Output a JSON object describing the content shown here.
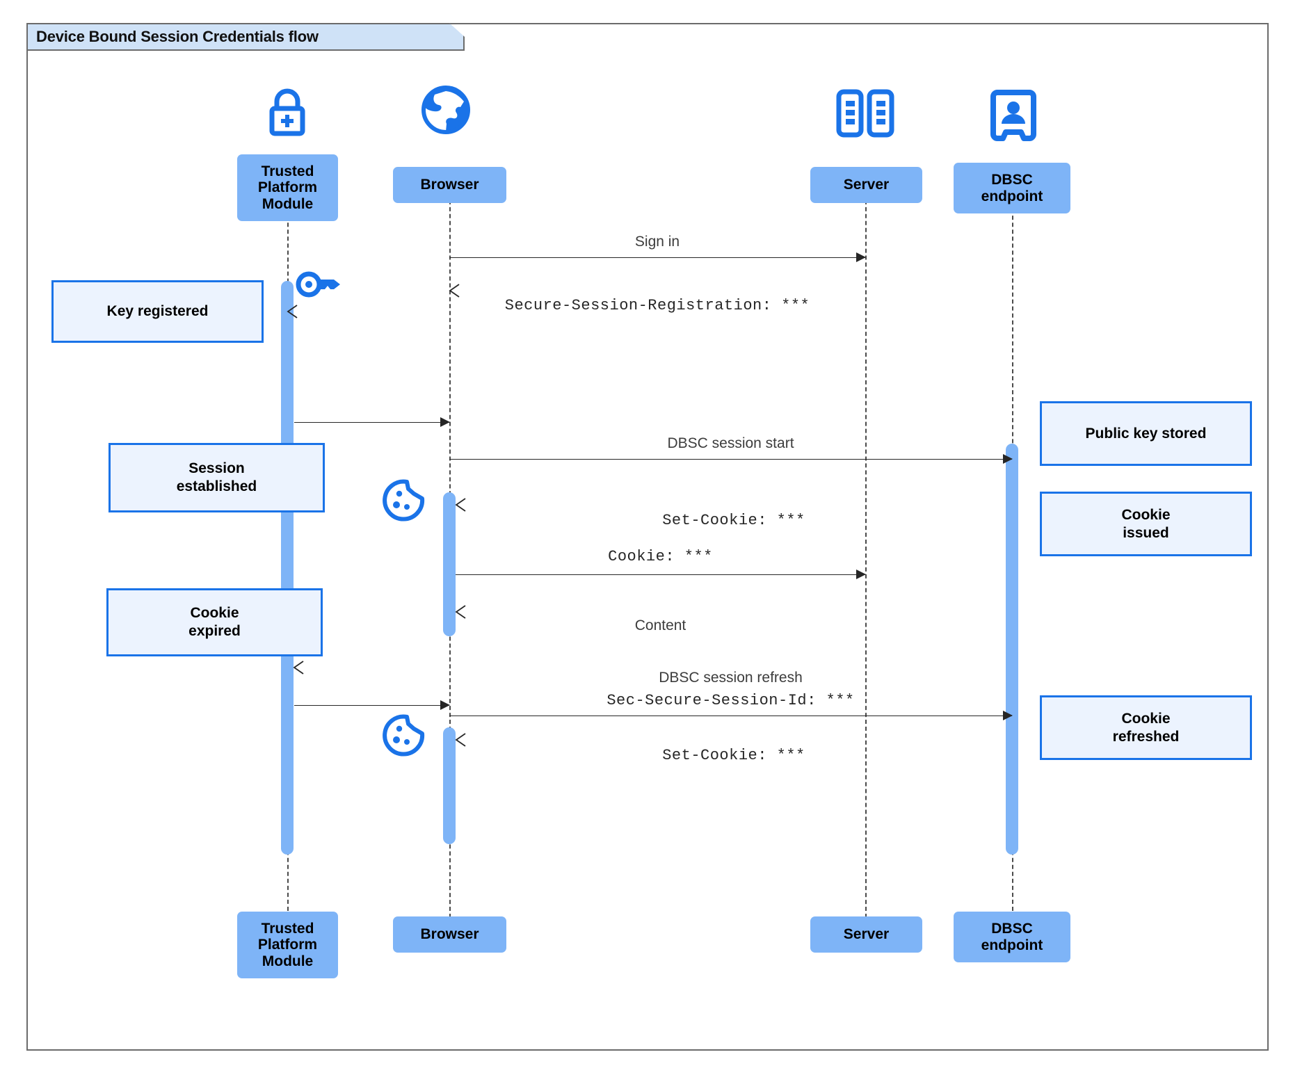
{
  "diagram": {
    "title": "Device Bound Session Credentials flow",
    "type": "sequence-diagram",
    "colors": {
      "participant_fill": "#7eb4f7",
      "note_fill": "#ecf3fe",
      "note_border": "#1a73e8",
      "icon_blue": "#1a73e8",
      "frame_border": "#6b6b6b",
      "frame_tab_fill": "#cfe2f7",
      "line": "#262626",
      "activation_fill": "#7eb4f7"
    }
  },
  "participants": [
    {
      "id": "tpm",
      "label": "Trusted\nPlatform\nModule",
      "icon": "lock-plus-icon"
    },
    {
      "id": "browser",
      "label": "Browser",
      "icon": "globe-icon"
    },
    {
      "id": "server",
      "label": "Server",
      "icon": "server-racks-icon"
    },
    {
      "id": "dbsc",
      "label": "DBSC\nendpoint",
      "icon": "id-badge-icon"
    }
  ],
  "participants_bottom": [
    {
      "id": "tpm",
      "label": "Trusted\nPlatform\nModule"
    },
    {
      "id": "browser",
      "label": "Browser"
    },
    {
      "id": "server",
      "label": "Server"
    },
    {
      "id": "dbsc",
      "label": "DBSC\nendpoint"
    }
  ],
  "messages": [
    {
      "id": "m1",
      "from": "browser",
      "to": "server",
      "label": "Sign in",
      "style": "solid",
      "font": "sans"
    },
    {
      "id": "m2",
      "from": "server",
      "to": "browser",
      "label": "Secure-Session-Registration: ***",
      "style": "dashed",
      "font": "mono"
    },
    {
      "id": "m3",
      "from": "server",
      "to": "tpm",
      "label": "",
      "style": "dashed",
      "font": "mono"
    },
    {
      "id": "m4",
      "from": "tpm",
      "to": "browser",
      "label": "",
      "style": "solid",
      "font": "sans"
    },
    {
      "id": "m5",
      "from": "browser",
      "to": "dbsc",
      "label": "DBSC session start",
      "style": "solid",
      "font": "sans"
    },
    {
      "id": "m6",
      "from": "dbsc",
      "to": "browser",
      "label": "Set-Cookie: ***",
      "style": "dashed",
      "font": "mono"
    },
    {
      "id": "m7",
      "from": "browser",
      "to": "server",
      "label": "Cookie: ***",
      "style": "solid",
      "font": "mono"
    },
    {
      "id": "m8",
      "from": "server",
      "to": "browser",
      "label": "Content",
      "style": "dashed",
      "font": "sans"
    },
    {
      "id": "m9",
      "from": "browser",
      "to": "tpm",
      "label": "",
      "style": "dashed",
      "font": "sans"
    },
    {
      "id": "m10",
      "from": "tpm",
      "to": "browser",
      "label": "",
      "style": "solid",
      "font": "sans"
    },
    {
      "id": "m11",
      "from": "browser",
      "to": "dbsc",
      "label_line1": "DBSC session refresh",
      "label_line2": "Sec-Secure-Session-Id: ***",
      "style": "solid",
      "font": "mixed"
    },
    {
      "id": "m12",
      "from": "dbsc",
      "to": "browser",
      "label": "Set-Cookie: ***",
      "style": "dashed",
      "font": "mono"
    }
  ],
  "notes": [
    {
      "id": "n1",
      "side": "left",
      "label": "Key registered",
      "target": "tpm"
    },
    {
      "id": "n2",
      "side": "left",
      "label": "Session\nestablished",
      "target": "tpm"
    },
    {
      "id": "n3",
      "side": "left",
      "label": "Cookie\nexpired",
      "target": "tpm"
    },
    {
      "id": "n4",
      "side": "right",
      "label": "Public key stored",
      "target": "dbsc"
    },
    {
      "id": "n5",
      "side": "right",
      "label": "Cookie\nissued",
      "target": "dbsc"
    },
    {
      "id": "n6",
      "side": "right",
      "label": "Cookie\nrefreshed",
      "target": "dbsc"
    }
  ],
  "decor_icons": [
    {
      "id": "key1",
      "name": "key-icon",
      "near": "tpm"
    },
    {
      "id": "cookie1",
      "name": "cookie-icon",
      "near": "browser"
    },
    {
      "id": "cookie2",
      "name": "cookie-icon",
      "near": "browser"
    }
  ]
}
